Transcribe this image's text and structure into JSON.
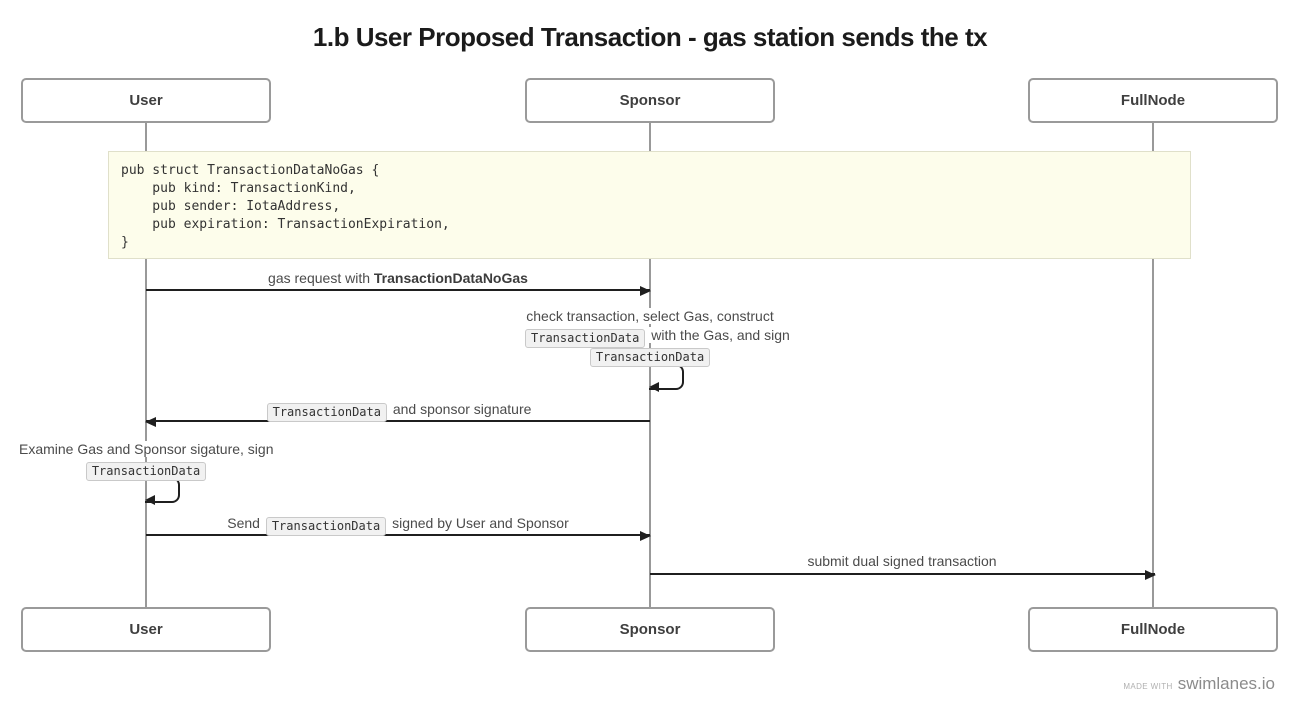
{
  "title": "1.b User Proposed Transaction - gas station sends the tx",
  "actors": {
    "user": "User",
    "sponsor": "Sponsor",
    "fullnode": "FullNode"
  },
  "note": {
    "lines": [
      "pub struct TransactionDataNoGas {",
      "    pub kind: TransactionKind,",
      "    pub sender: IotaAddress,",
      "    pub expiration: TransactionExpiration,",
      "}"
    ]
  },
  "messages": {
    "gas_request": {
      "text": "gas request with ",
      "bold": "TransactionDataNoGas"
    },
    "sponsor_action": {
      "line1": "check transaction, select Gas, construct",
      "line2_code": "TransactionData",
      "line2_text": " with the Gas, and sign",
      "line3_code": "TransactionData"
    },
    "sponsor_return": {
      "code": "TransactionData",
      "text": " and sponsor signature"
    },
    "user_action": {
      "line1": "Examine Gas and Sponsor sigature, sign",
      "line2_code": "TransactionData"
    },
    "send": {
      "pre": "Send ",
      "code": "TransactionData",
      "post": " signed by User and Sponsor"
    },
    "submit": {
      "text": "submit dual signed transaction"
    }
  },
  "footer": {
    "made_with": "MADE WITH",
    "brand": "swimlanes.io"
  },
  "colors": {
    "title_color": "#1b1b1b",
    "line": "#1f1f1f",
    "lifeline": "#999999",
    "box_border": "#9a9a9a",
    "box_text": "#3f3f3f",
    "label_text": "#4b4b4b",
    "note_bg": "#fdfdeb",
    "note_border": "#e0e0ca",
    "code_text": "#333333",
    "chip_bg": "#f1f1f1",
    "chip_border": "#c9c9c9",
    "footer_brand": "#8b8b8b",
    "footer_madewith": "#b0b0b0"
  }
}
